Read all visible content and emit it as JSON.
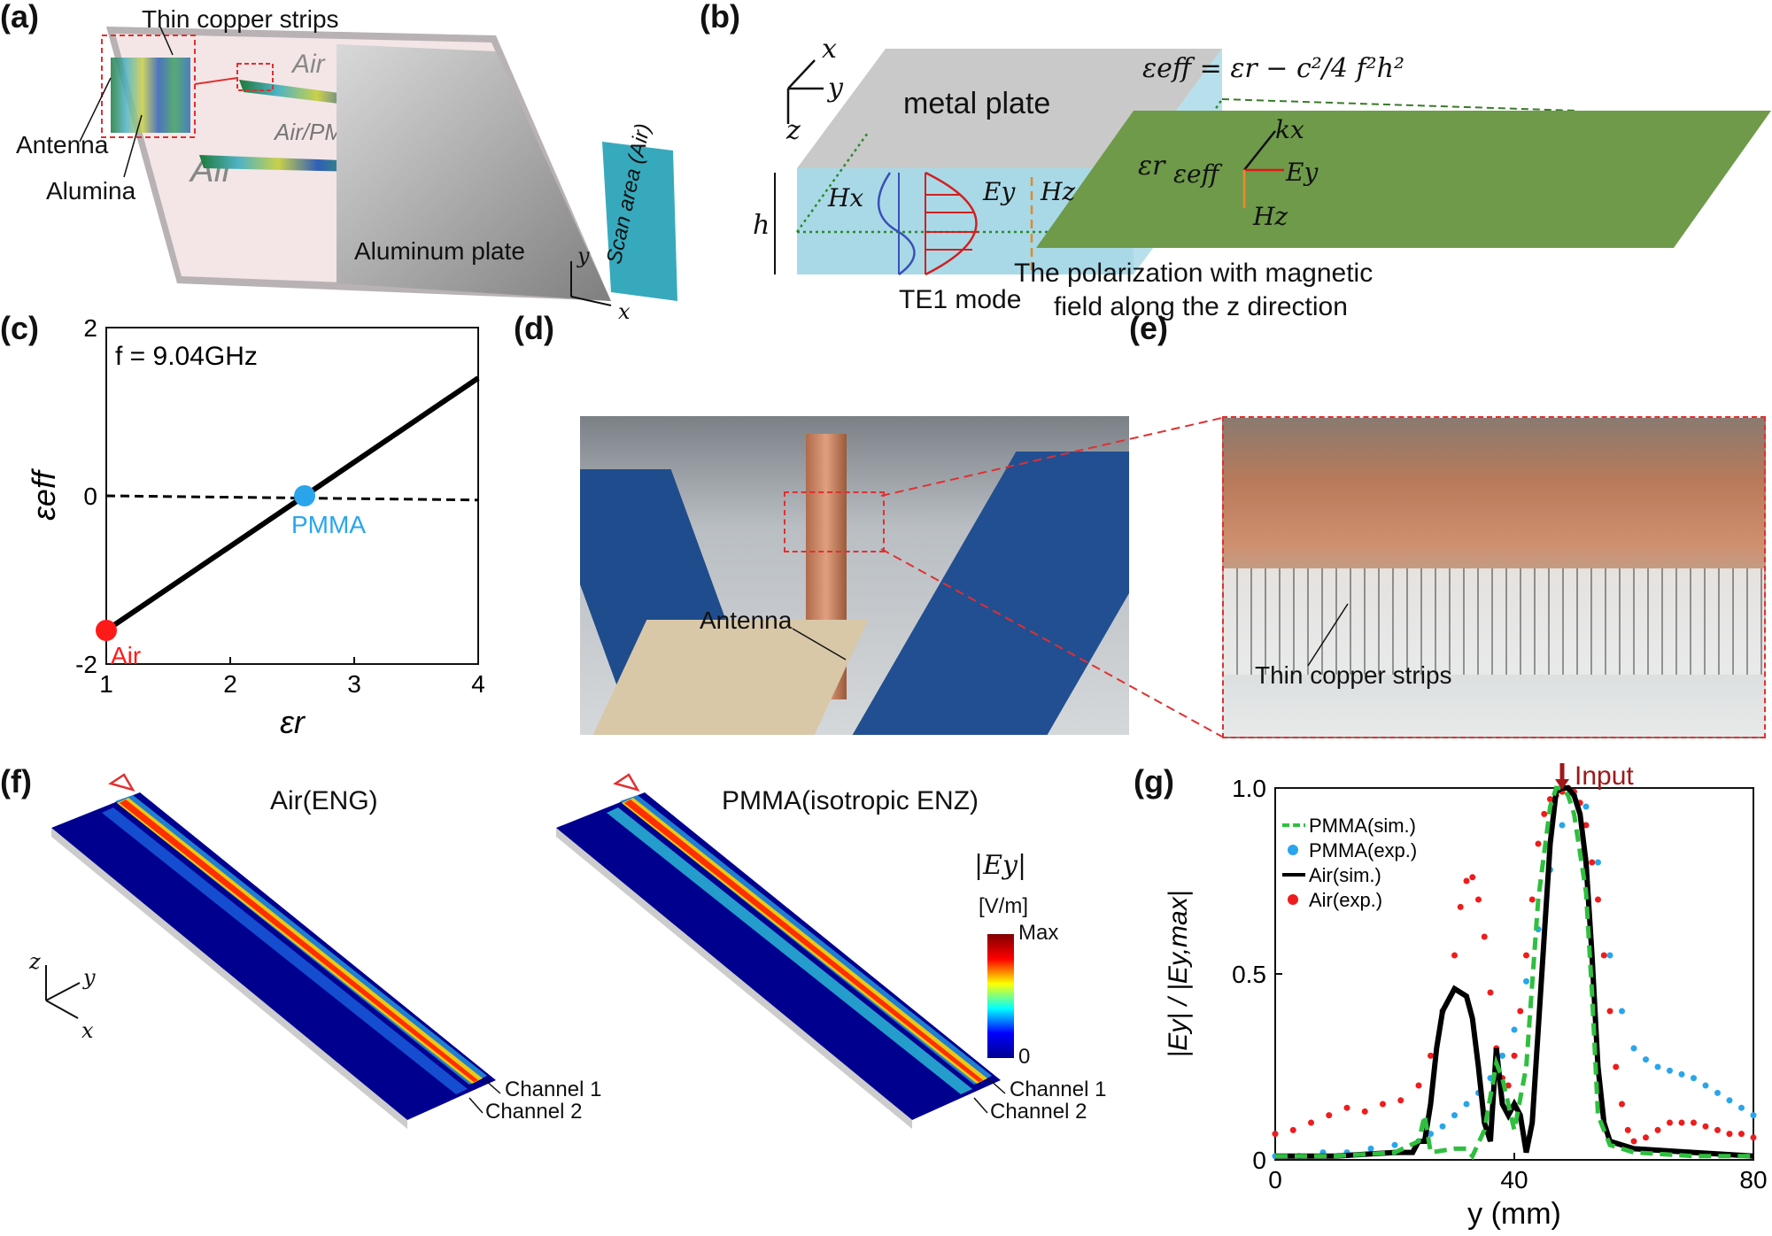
{
  "panels": {
    "a": "(a)",
    "b": "(b)",
    "c": "(c)",
    "d": "(d)",
    "e": "(e)",
    "f": "(f)",
    "g": "(g)"
  },
  "panel_a": {
    "thin_copper_strips": "Thin copper strips",
    "antenna": "Antenna",
    "alumina": "Alumina",
    "air_top": "Air",
    "air_pmma": "Air/PMMA",
    "air_bottom": "Air",
    "aluminum_plate": "Aluminum plate",
    "scan_area": "Scan area (Air)",
    "axis_y": "y",
    "axis_x": "x"
  },
  "panel_b": {
    "axis_x": "x",
    "axis_y": "y",
    "axis_z": "z",
    "metal_plate": "metal plate",
    "eps_r": "εr",
    "h": "h",
    "Hx": "Hx",
    "Ey": "Ey",
    "Hz": "Hz",
    "mode": "TE1 mode",
    "formula": "εeff = εr − c²/4 f²h²",
    "eps_eff": "εeff",
    "kx": "kx",
    "Ey2": "Ey",
    "Hz2": "Hz",
    "caption_line1": "The polarization with magnetic",
    "caption_line2": "field along the z direction"
  },
  "panel_d": {
    "antenna": "Antenna"
  },
  "panel_e": {
    "strips": "Thin copper strips"
  },
  "panel_f": {
    "title_left": "Air(ENG)",
    "title_right": "PMMA(isotropic ENZ)",
    "colorbar_title": "|Ey|",
    "colorbar_unit": "[V/m]",
    "colorbar_max": "Max",
    "colorbar_min": "0",
    "ch1": "Channel 1",
    "ch2": "Channel 2",
    "axis_z": "z",
    "axis_y": "y",
    "axis_x": "x",
    "colors": [
      "#00008f",
      "#0000ff",
      "#00ffff",
      "#ffff00",
      "#ff0000",
      "#800000"
    ]
  },
  "chart_data": [
    {
      "type": "line",
      "panel": "c",
      "annotation": "f = 9.04GHz",
      "xlabel": "εr",
      "ylabel": "εeff",
      "xlim": [
        1,
        4
      ],
      "ylim": [
        -2,
        2
      ],
      "x_ticks": [
        "1",
        "2",
        "3",
        "4"
      ],
      "y_ticks": [
        "-2",
        "0",
        "2"
      ],
      "series": [
        {
          "x": [
            1,
            4
          ],
          "y": [
            -1.6,
            1.4
          ],
          "color": "#000000",
          "style": "solid"
        },
        {
          "x": [
            1,
            4
          ],
          "y": [
            0,
            -0.05
          ],
          "color": "#000000",
          "style": "dashed"
        }
      ],
      "points": [
        {
          "name": "Air",
          "x": 1,
          "y": -1.6,
          "color": "#ff1a1a"
        },
        {
          "name": "PMMA",
          "x": 2.6,
          "y": 0,
          "color": "#2aa5ec"
        }
      ]
    },
    {
      "type": "line",
      "panel": "g",
      "xlabel": "y (mm)",
      "ylabel": "|Ey| / |Ey,max|",
      "xlim": [
        0,
        80
      ],
      "ylim": [
        0,
        1
      ],
      "x_ticks": [
        "0",
        "40",
        "80"
      ],
      "y_ticks": [
        "0",
        "0.5",
        "1.0"
      ],
      "annotation": "Input",
      "annotation_x": 48,
      "series": [
        {
          "name": "PMMA(sim.)",
          "style": "dashed",
          "color": "#2fbf3f",
          "x": [
            0,
            10,
            20,
            24,
            25,
            26,
            30,
            32,
            33,
            35,
            37,
            38,
            40,
            42,
            44,
            46,
            47,
            48,
            49,
            50,
            52,
            53,
            54,
            55,
            56,
            60,
            70,
            80
          ],
          "y": [
            0.01,
            0.01,
            0.02,
            0.05,
            0.12,
            0.02,
            0.03,
            0.03,
            0.01,
            0.08,
            0.26,
            0.22,
            0.08,
            0.25,
            0.7,
            0.95,
            1.0,
            1.0,
            0.98,
            0.93,
            0.72,
            0.45,
            0.12,
            0.08,
            0.04,
            0.02,
            0.01,
            0.01
          ]
        },
        {
          "name": "PMMA(exp.)",
          "style": "dots",
          "color": "#2aa5ec",
          "x": [
            0,
            4,
            8,
            12,
            16,
            20,
            24,
            26,
            28,
            30,
            32,
            34,
            36,
            38,
            40,
            42,
            44,
            46,
            48,
            50,
            52,
            54,
            56,
            58,
            60,
            62,
            64,
            66,
            68,
            70,
            72,
            74,
            76,
            78,
            80
          ],
          "y": [
            0.01,
            0.01,
            0.02,
            0.02,
            0.03,
            0.04,
            0.05,
            0.07,
            0.09,
            0.12,
            0.15,
            0.18,
            0.22,
            0.28,
            0.35,
            0.48,
            0.62,
            0.78,
            0.9,
            0.98,
            0.95,
            0.8,
            0.55,
            0.4,
            0.3,
            0.27,
            0.25,
            0.24,
            0.23,
            0.22,
            0.2,
            0.18,
            0.16,
            0.14,
            0.12
          ]
        },
        {
          "name": "Air(sim.)",
          "style": "solid",
          "color": "#000000",
          "x": [
            0,
            10,
            20,
            23,
            24,
            25,
            26,
            27,
            28,
            30,
            32,
            33,
            34,
            35,
            36,
            37,
            38,
            39,
            40,
            41,
            42,
            43,
            44,
            45,
            46,
            47,
            48,
            49,
            50,
            51,
            52,
            53,
            54,
            55,
            56,
            58,
            60,
            70,
            80
          ],
          "y": [
            0.01,
            0.01,
            0.02,
            0.02,
            0.05,
            0.05,
            0.15,
            0.3,
            0.4,
            0.46,
            0.44,
            0.38,
            0.25,
            0.1,
            0.05,
            0.3,
            0.15,
            0.12,
            0.15,
            0.12,
            0.02,
            0.1,
            0.35,
            0.6,
            0.85,
            0.99,
            1.0,
            1.0,
            0.98,
            0.93,
            0.8,
            0.55,
            0.25,
            0.1,
            0.05,
            0.04,
            0.03,
            0.02,
            0.01
          ]
        },
        {
          "name": "Air(exp.)",
          "style": "dots",
          "color": "#ee1c1c",
          "x": [
            0,
            3,
            6,
            9,
            12,
            15,
            18,
            21,
            24,
            26,
            28,
            30,
            31,
            32,
            33,
            34,
            35,
            36,
            37,
            38,
            39,
            40,
            41,
            42,
            43,
            44,
            45,
            46,
            47,
            48,
            49,
            50,
            51,
            52,
            53,
            54,
            55,
            56,
            57,
            58,
            59,
            60,
            62,
            64,
            66,
            68,
            70,
            72,
            74,
            76,
            78,
            80
          ],
          "y": [
            0.07,
            0.08,
            0.1,
            0.12,
            0.14,
            0.13,
            0.15,
            0.16,
            0.2,
            0.28,
            0.4,
            0.55,
            0.68,
            0.75,
            0.76,
            0.7,
            0.6,
            0.45,
            0.3,
            0.22,
            0.2,
            0.28,
            0.4,
            0.55,
            0.7,
            0.85,
            0.93,
            0.97,
            0.98,
            0.99,
            1.0,
            0.99,
            0.96,
            0.9,
            0.8,
            0.7,
            0.55,
            0.4,
            0.25,
            0.15,
            0.08,
            0.05,
            0.06,
            0.08,
            0.1,
            0.1,
            0.1,
            0.09,
            0.08,
            0.07,
            0.07,
            0.06
          ]
        }
      ]
    }
  ]
}
